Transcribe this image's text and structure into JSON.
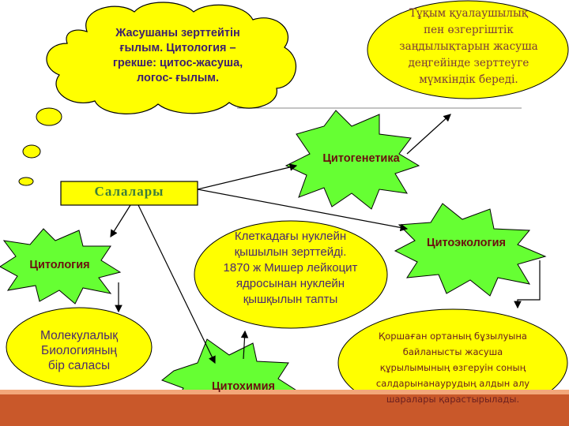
{
  "cloud_text": "Жасушаны зерттейтін ғылым. Цитология – грекше: цитос-жасуша, логос- ғылым.",
  "cloud_lines": [
    "Жасушаны зерттейтін",
    "ғылым. Цитология –",
    "грекше: цитос-жасуша,",
    "логос- ғылым."
  ],
  "top_right_lines": [
    "Тұқым қуалаушылық",
    "пен өзгергіштік",
    "заңдылықтарын жасуша",
    "деңгейінде зерттеуге",
    "мүмкіндік береді."
  ],
  "branches_box": "Салалары",
  "cytogenetics": "Цитогенетика",
  "cytology": "Цитология",
  "cytoecology": "Цитоэкология",
  "cytochemistry": "Цитохимия",
  "center_lines": [
    "Клеткадағы нуклейн",
    "қышылын зерттейді.",
    "1870 ж Мишер лейкоцит",
    "ядросынан нуклейн",
    "қышқылын тапты"
  ],
  "molecular_lines": [
    "Молекулалық",
    "Биологияның",
    "бір саласы"
  ],
  "ecology_lines": [
    "Қоршаған ортаның бұзылуына",
    "байланысты жасуша",
    "құрылымының өзгеруін соның",
    "салдарынанаурудың алдын алу",
    "шаралары қарастырылады."
  ],
  "colors": {
    "yellow": "#ffff00",
    "green": "#66ff33",
    "bar": "#c9582a",
    "label_green": "#3c7d3c"
  }
}
